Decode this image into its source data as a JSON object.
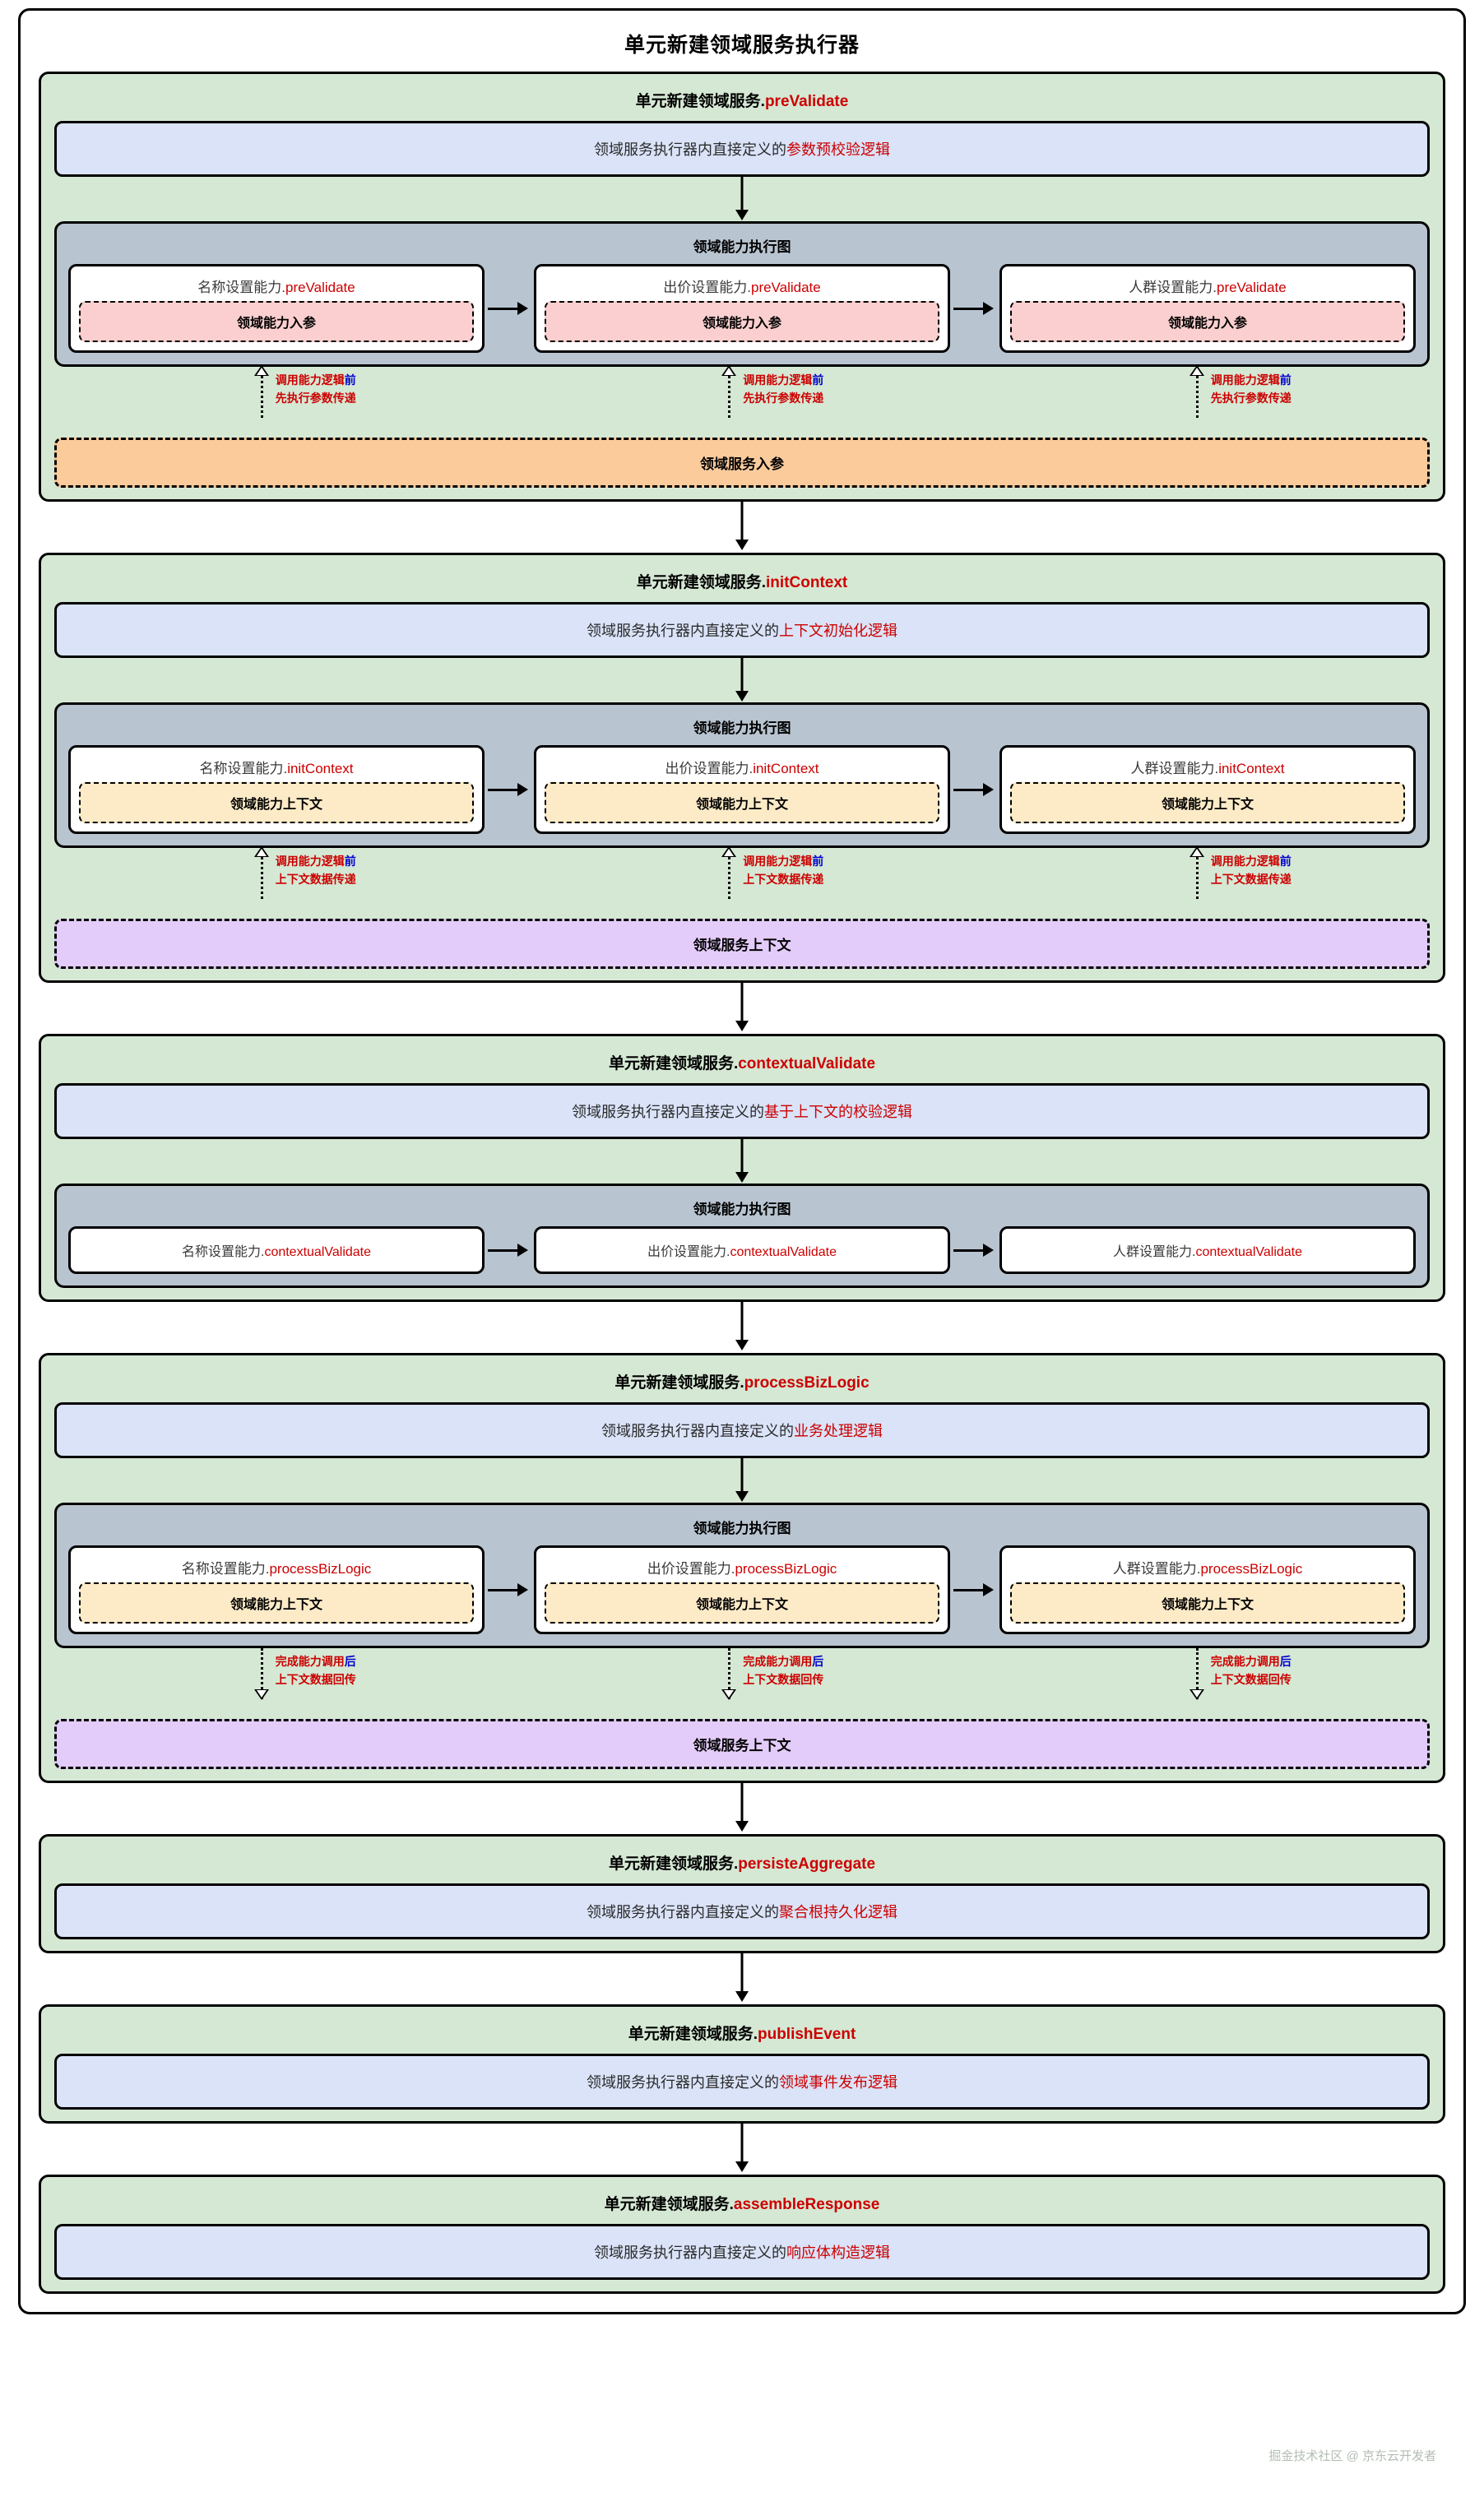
{
  "diagram": {
    "title": "单元新建领域服务执行器",
    "watermark": "掘金技术社区 @ 京东云开发者",
    "colors": {
      "phase_bg": "#d5e8d4",
      "logic_bg": "#dae3f8",
      "graph_bg": "#b8c4d0",
      "capability_bg": "#ffffff",
      "input_bg": "#fbcfcf",
      "context_bg": "#fdebc8",
      "service_input_bg": "#fbcb9c",
      "service_context_bg": "#e4ccfa",
      "method_text": "#cc0000",
      "note_red": "#cc0000",
      "note_blue": "#0000cc"
    },
    "labels": {
      "graph_title": "领域能力执行图",
      "logic_prefix": "领域服务执行器内直接定义的",
      "service_prefix": "单元新建领域服务."
    }
  },
  "phases": [
    {
      "id": "preValidate",
      "service_name": "单元新建领域服务.",
      "method": "preValidate",
      "logic_prefix": "领域服务执行器内直接定义的",
      "logic_highlight": "参数预校验逻辑",
      "graph_title": "领域能力执行图",
      "capabilities": [
        {
          "name": "名称设置能力.",
          "method": "preValidate",
          "inner": "领域能力入参",
          "inner_style": "pink"
        },
        {
          "name": "出价设置能力.",
          "method": "preValidate",
          "inner": "领域能力入参",
          "inner_style": "pink"
        },
        {
          "name": "人群设置能力.",
          "method": "preValidate",
          "inner": "领域能力入参",
          "inner_style": "pink"
        }
      ],
      "note": {
        "line1_red": "调用能力逻辑",
        "line1_blue": "前",
        "line2": "先执行参数传递",
        "direction": "up"
      },
      "aggregate": {
        "text": "领域服务入参",
        "style": "orange"
      }
    },
    {
      "id": "initContext",
      "service_name": "单元新建领域服务.",
      "method": "initContext",
      "logic_prefix": "领域服务执行器内直接定义的",
      "logic_highlight": "上下文初始化逻辑",
      "graph_title": "领域能力执行图",
      "capabilities": [
        {
          "name": "名称设置能力.",
          "method": "initContext",
          "inner": "领域能力上下文",
          "inner_style": "yellow"
        },
        {
          "name": "出价设置能力.",
          "method": "initContext",
          "inner": "领域能力上下文",
          "inner_style": "yellow"
        },
        {
          "name": "人群设置能力.",
          "method": "initContext",
          "inner": "领域能力上下文",
          "inner_style": "yellow"
        }
      ],
      "note": {
        "line1_red": "调用能力逻辑",
        "line1_blue": "前",
        "line2": "上下文数据传递",
        "direction": "up"
      },
      "aggregate": {
        "text": "领域服务上下文",
        "style": "purple"
      }
    },
    {
      "id": "contextualValidate",
      "service_name": "单元新建领域服务.",
      "method": "contextualValidate",
      "logic_prefix": "领域服务执行器内直接定义的",
      "logic_highlight": "基于上下文的校验逻辑",
      "graph_title": "领域能力执行图",
      "capabilities": [
        {
          "name": "名称设置能力.",
          "method": "contextualValidate",
          "inner": null,
          "inner_style": null
        },
        {
          "name": "出价设置能力.",
          "method": "contextualValidate",
          "inner": null,
          "inner_style": null
        },
        {
          "name": "人群设置能力.",
          "method": "contextualValidate",
          "inner": null,
          "inner_style": null
        }
      ],
      "note": null,
      "aggregate": null
    },
    {
      "id": "processBizLogic",
      "service_name": "单元新建领域服务.",
      "method": "processBizLogic",
      "logic_prefix": "领域服务执行器内直接定义的",
      "logic_highlight": "业务处理逻辑",
      "graph_title": "领域能力执行图",
      "capabilities": [
        {
          "name": "名称设置能力.",
          "method": "processBizLogic",
          "inner": "领域能力上下文",
          "inner_style": "yellow"
        },
        {
          "name": "出价设置能力.",
          "method": "processBizLogic",
          "inner": "领域能力上下文",
          "inner_style": "yellow"
        },
        {
          "name": "人群设置能力.",
          "method": "processBizLogic",
          "inner": "领域能力上下文",
          "inner_style": "yellow"
        }
      ],
      "note": {
        "line1_red": "完成能力调用",
        "line1_blue": "后",
        "line2": "上下文数据回传",
        "direction": "down"
      },
      "aggregate": {
        "text": "领域服务上下文",
        "style": "purple"
      }
    },
    {
      "id": "persisteAggregate",
      "service_name": "单元新建领域服务.",
      "method": "persisteAggregate",
      "logic_prefix": "领域服务执行器内直接定义的",
      "logic_highlight": "聚合根持久化逻辑",
      "graph_title": null,
      "capabilities": [],
      "note": null,
      "aggregate": null
    },
    {
      "id": "publishEvent",
      "service_name": "单元新建领域服务.",
      "method": "publishEvent",
      "logic_prefix": "领域服务执行器内直接定义的",
      "logic_highlight": "领域事件发布逻辑",
      "graph_title": null,
      "capabilities": [],
      "note": null,
      "aggregate": null
    },
    {
      "id": "assembleResponse",
      "service_name": "单元新建领域服务.",
      "method": "assembleResponse",
      "logic_prefix": "领域服务执行器内直接定义的",
      "logic_highlight": "响应体构造逻辑",
      "graph_title": null,
      "capabilities": [],
      "note": null,
      "aggregate": null
    }
  ]
}
